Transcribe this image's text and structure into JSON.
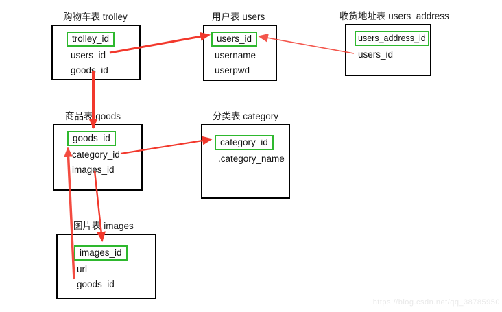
{
  "diagram": {
    "tables": [
      {
        "title": "购物车表  trolley",
        "fields": [
          {
            "name": "trolley_id",
            "primary_key": true
          },
          {
            "name": "users_id",
            "primary_key": false
          },
          {
            "name": "goods_id",
            "primary_key": false
          }
        ]
      },
      {
        "title": "用户表 users",
        "fields": [
          {
            "name": "users_id",
            "primary_key": true
          },
          {
            "name": "username",
            "primary_key": false
          },
          {
            "name": "userpwd",
            "primary_key": false
          }
        ]
      },
      {
        "title": "收货地址表 users_address",
        "fields": [
          {
            "name": "users_address_id",
            "primary_key": true
          },
          {
            "name": "users_id",
            "primary_key": false
          }
        ]
      },
      {
        "title": "商品表  goods",
        "fields": [
          {
            "name": "goods_id",
            "primary_key": true
          },
          {
            "name": "category_id",
            "primary_key": false
          },
          {
            "name": "images_id",
            "primary_key": false
          }
        ]
      },
      {
        "title": "分类表  category",
        "fields": [
          {
            "name": "category_id",
            "primary_key": true
          },
          {
            "name": ".category_name",
            "primary_key": false
          }
        ]
      },
      {
        "title": "图片表  images",
        "fields": [
          {
            "name": "images_id",
            "primary_key": true
          },
          {
            "name": "url",
            "primary_key": false
          },
          {
            "name": "goods_id",
            "primary_key": false
          }
        ]
      }
    ],
    "relations": [
      {
        "from": "trolley.users_id",
        "to": "users.users_id"
      },
      {
        "from": "users_address.users_id",
        "to": "users.users_id"
      },
      {
        "from": "trolley.goods_id",
        "to": "goods.goods_id"
      },
      {
        "from": "goods.category_id",
        "to": "category.category_id"
      },
      {
        "from": "goods.images_id",
        "to": "images.images_id"
      },
      {
        "from": "images.goods_id",
        "to": "goods.goods_id"
      }
    ],
    "colors": {
      "primary_key_border": "#2eb82e",
      "arrow": "#f2382c",
      "table_border": "#000000"
    }
  },
  "watermark": "https://blog.csdn.net/qq_38785950"
}
